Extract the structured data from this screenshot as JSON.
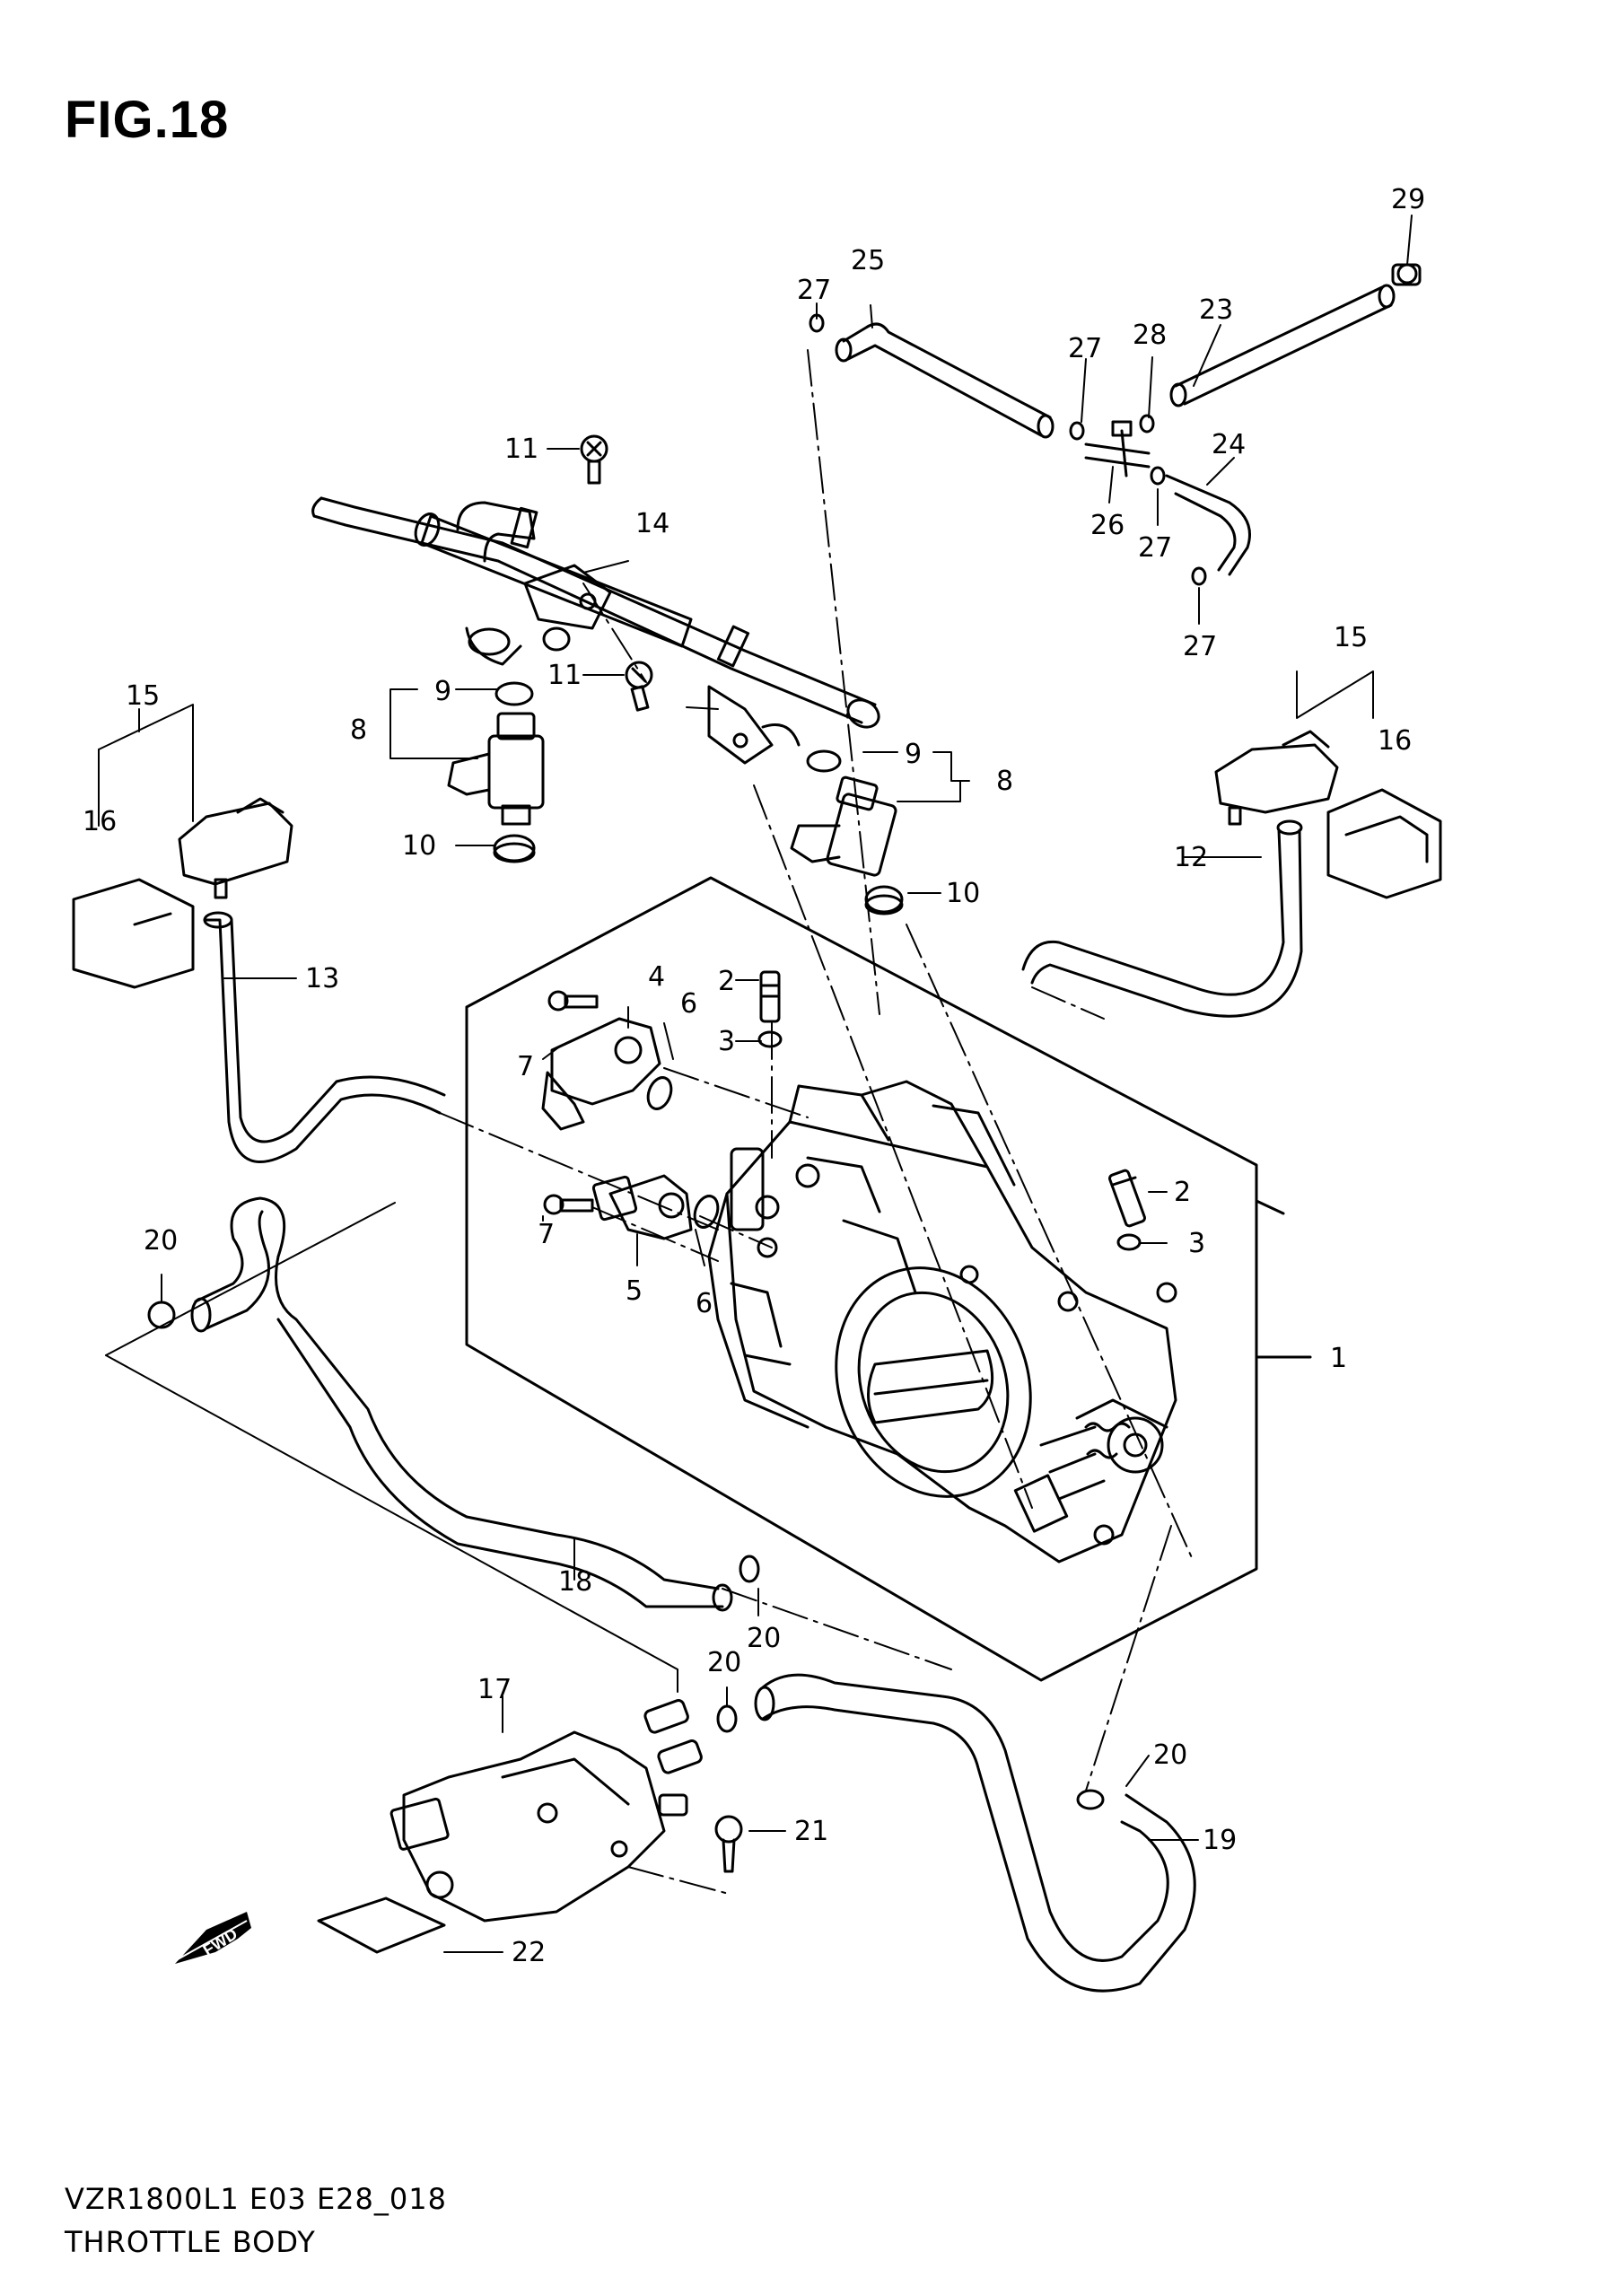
{
  "figure": {
    "title": "FIG.18",
    "model_code": "VZR1800L1  E03  E28_018",
    "section_name": "THROTTLE BODY",
    "fwd_marker": "FWD"
  },
  "parts": [
    {
      "key": "p1",
      "label": "1"
    },
    {
      "key": "p2a",
      "label": "2"
    },
    {
      "key": "p2b",
      "label": "2"
    },
    {
      "key": "p3a",
      "label": "3"
    },
    {
      "key": "p3b",
      "label": "3"
    },
    {
      "key": "p4",
      "label": "4"
    },
    {
      "key": "p5",
      "label": "5"
    },
    {
      "key": "p6a",
      "label": "6"
    },
    {
      "key": "p6b",
      "label": "6"
    },
    {
      "key": "p7a",
      "label": "7"
    },
    {
      "key": "p7b",
      "label": "7"
    },
    {
      "key": "p8a",
      "label": "8"
    },
    {
      "key": "p8b",
      "label": "8"
    },
    {
      "key": "p9a",
      "label": "9"
    },
    {
      "key": "p9b",
      "label": "9"
    },
    {
      "key": "p10a",
      "label": "10"
    },
    {
      "key": "p10b",
      "label": "10"
    },
    {
      "key": "p11a",
      "label": "11"
    },
    {
      "key": "p11b",
      "label": "11"
    },
    {
      "key": "p12",
      "label": "12"
    },
    {
      "key": "p13",
      "label": "13"
    },
    {
      "key": "p14",
      "label": "14"
    },
    {
      "key": "p15a",
      "label": "15"
    },
    {
      "key": "p15b",
      "label": "15"
    },
    {
      "key": "p16a",
      "label": "16"
    },
    {
      "key": "p16b",
      "label": "16"
    },
    {
      "key": "p17",
      "label": "17"
    },
    {
      "key": "p18",
      "label": "18"
    },
    {
      "key": "p19",
      "label": "19"
    },
    {
      "key": "p20a",
      "label": "20"
    },
    {
      "key": "p20b",
      "label": "20"
    },
    {
      "key": "p20c",
      "label": "20"
    },
    {
      "key": "p20d",
      "label": "20"
    },
    {
      "key": "p21",
      "label": "21"
    },
    {
      "key": "p22",
      "label": "22"
    },
    {
      "key": "p23",
      "label": "23"
    },
    {
      "key": "p24",
      "label": "24"
    },
    {
      "key": "p25",
      "label": "25"
    },
    {
      "key": "p26",
      "label": "26"
    },
    {
      "key": "p27a",
      "label": "27"
    },
    {
      "key": "p27b",
      "label": "27"
    },
    {
      "key": "p27c",
      "label": "27"
    },
    {
      "key": "p27d",
      "label": "27"
    },
    {
      "key": "p28",
      "label": "28"
    },
    {
      "key": "p29",
      "label": "29"
    }
  ]
}
